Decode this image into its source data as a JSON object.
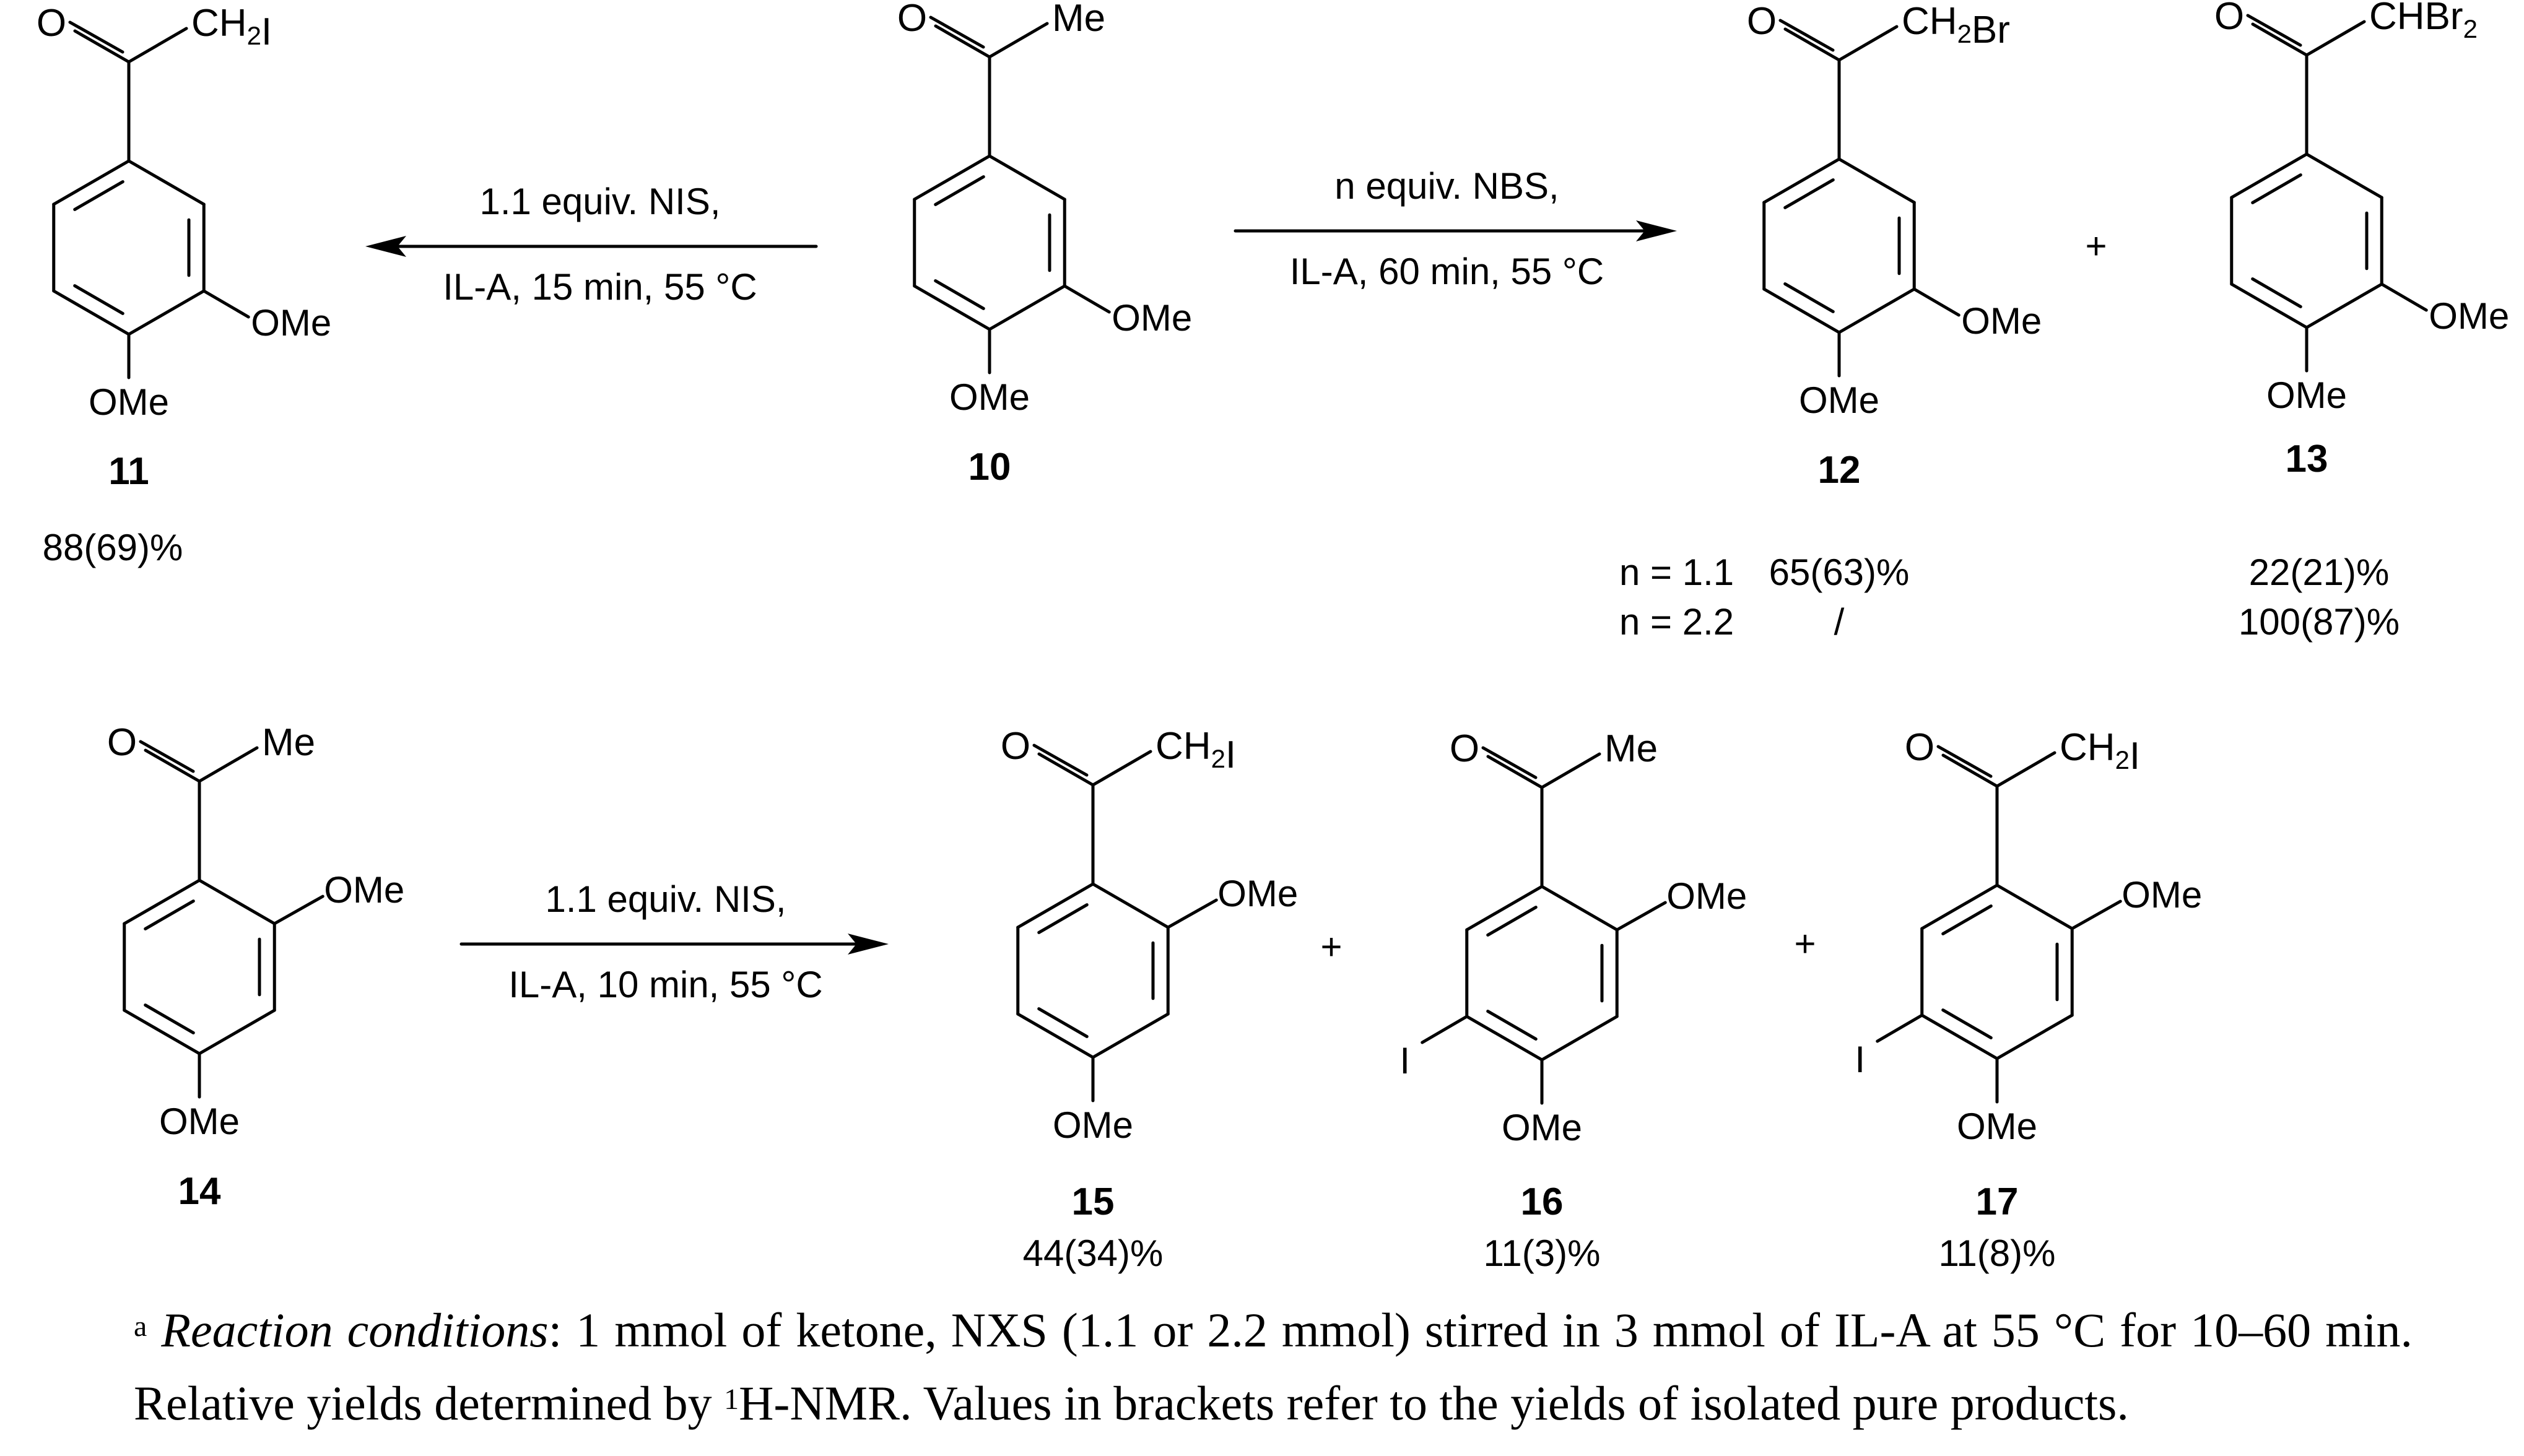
{
  "compounds": {
    "c10": {
      "number": "10",
      "sub_top": "Me",
      "sub_meta": "OMe",
      "sub_para": "OMe"
    },
    "c11": {
      "number": "11",
      "sub_top": "CH2I",
      "sub_meta": "OMe",
      "sub_para": "OMe",
      "yield": "88(69)%"
    },
    "c12": {
      "number": "12",
      "sub_top": "CH2Br",
      "sub_meta": "OMe",
      "sub_para": "OMe"
    },
    "c13": {
      "number": "13",
      "sub_top": "CHBr2",
      "sub_meta": "OMe",
      "sub_para": "OMe"
    },
    "c14": {
      "number": "14",
      "sub_top": "Me",
      "sub_ortho": "OMe",
      "sub_para": "OMe"
    },
    "c15": {
      "number": "15",
      "sub_top": "CH2I",
      "sub_ortho": "OMe",
      "sub_para": "OMe",
      "yield": "44(34)%"
    },
    "c16": {
      "number": "16",
      "sub_top": "Me",
      "sub_ortho": "OMe",
      "sub_para": "OMe",
      "sub_iodo": "I",
      "yield": "11(3)%"
    },
    "c17": {
      "number": "17",
      "sub_top": "CH2I",
      "sub_ortho": "OMe",
      "sub_para": "OMe",
      "sub_iodo": "I",
      "yield": "11(8)%"
    }
  },
  "atoms": {
    "oxygen": "O"
  },
  "reactions": {
    "nis_top": {
      "reagent": "1.1 equiv. NIS,",
      "conditions": "IL-A, 15 min, 55 °C"
    },
    "nbs": {
      "reagent": "n equiv. NBS,",
      "conditions": "IL-A, 60 min, 55 °C"
    },
    "nis_bottom": {
      "reagent": "1.1 equiv. NIS,",
      "conditions": "IL-A, 10 min, 55 °C"
    }
  },
  "plus_sign": "+",
  "nbs_table": {
    "rows": [
      {
        "n": "n = 1.1",
        "y12": "65(63)%",
        "y13": "22(21)%"
      },
      {
        "n": "n = 2.2",
        "y12": "/",
        "y13": "100(87)%"
      }
    ]
  },
  "footnote": {
    "marker": "a",
    "label": "Reaction conditions",
    "text1": ": 1 mmol of ketone, NXS (1.1 or 2.2 mmol) stirred in 3 mmol of IL-A at 55 °C for 10–60 min. Relative yields determined by ",
    "sup": "1",
    "text2": "H-NMR. Values in brackets refer to the yields of isolated pure products."
  }
}
